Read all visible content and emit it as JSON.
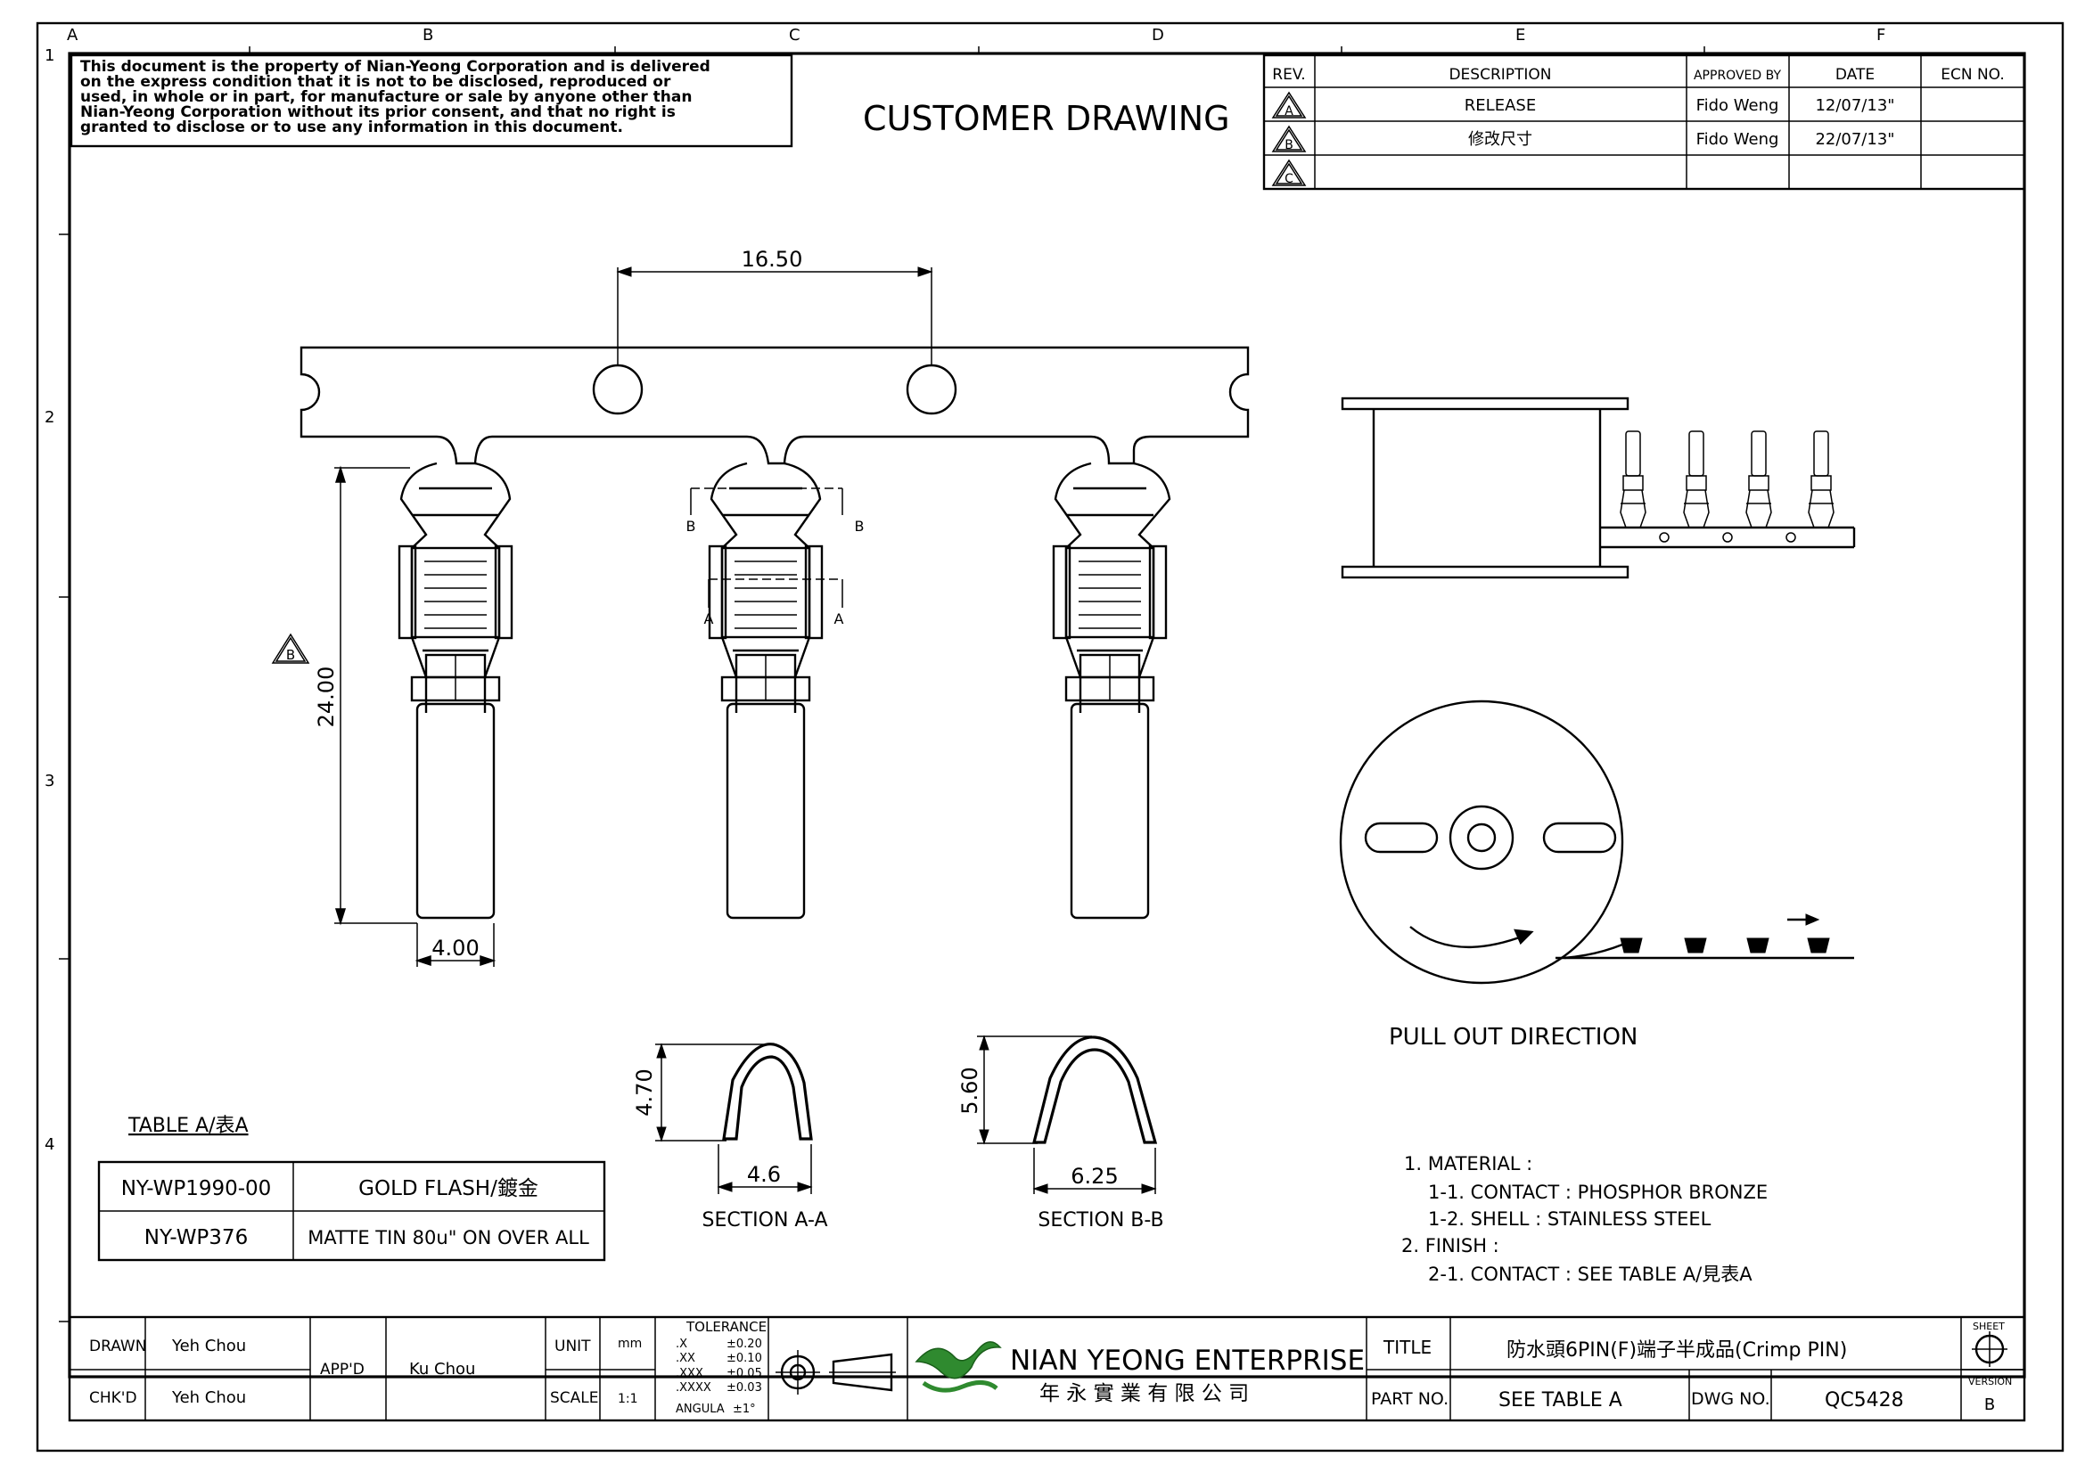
{
  "notice": [
    "This document is the property of Nian-Yeong Corporation and is delivered",
    "on  the  express condition that it is not to be disclosed, reproduced or",
    "used, in whole or in part, for manufacture or sale by anyone other than",
    "Nian-Yeong Corporation without  its prior consent, and that  no right  is",
    "granted to disclose or to use any information in this  document."
  ],
  "heading": "CUSTOMER  DRAWING",
  "grid": {
    "cols": [
      "A",
      "B",
      "C",
      "D",
      "E",
      "F"
    ],
    "rows": [
      "1",
      "2",
      "3",
      "4"
    ]
  },
  "revision_table": {
    "headers": [
      "REV.",
      "DESCRIPTION",
      "APPROVED BY",
      "DATE",
      "ECN NO."
    ],
    "rows": [
      {
        "rev": "A",
        "description": "RELEASE",
        "approved_by": "Fido Weng",
        "date": "12/07/13\"",
        "ecn": ""
      },
      {
        "rev": "B",
        "description": "修改尺寸",
        "approved_by": "Fido Weng",
        "date": "22/07/13\"",
        "ecn": ""
      },
      {
        "rev": "C",
        "description": "",
        "approved_by": "",
        "date": "",
        "ecn": ""
      }
    ]
  },
  "dimensions": {
    "pitch": "16.50",
    "length": "24.00",
    "width": "4.00",
    "rev_marker": "B",
    "section_a_height": "4.70",
    "section_a_width": "4.6",
    "section_b_height": "5.60",
    "section_b_width": "6.25",
    "section_a_label": "SECTION  A-A",
    "section_b_label": "SECTION  B-B",
    "cut_a": "A",
    "cut_b": "B"
  },
  "pull_out_label": "PULL  OUT  DIRECTION",
  "table_a": {
    "title": "TABLE  A/表A",
    "rows": [
      {
        "part": "NY-WP1990-00",
        "finish": "GOLD  FLASH/鍍金"
      },
      {
        "part": "NY-WP376",
        "finish": "MATTE  TIN  80u\"  ON  OVER  ALL"
      }
    ]
  },
  "notes": [
    "1.  MATERIAL  :",
    "1-1.  CONTACT  :  PHOSPHOR  BRONZE",
    "1-2.  SHELL  :  STAINLESS  STEEL",
    "2.  FINISH  :",
    "2-1.  CONTACT  :  SEE  TABLE  A/見表A"
  ],
  "title_block": {
    "drawn_label": "DRAWN",
    "drawn_by": "Yeh Chou",
    "chkd_label": "CHK'D",
    "chkd_by": "Yeh Chou",
    "appd_label": "APP'D",
    "appd_by": "Ku Chou",
    "unit_label": "UNIT",
    "unit_value": "mm",
    "scale_label": "SCALE",
    "scale_value": "1:1",
    "tolerance_title": "TOLERANCE",
    "tolerances": [
      {
        "k": ".X",
        "v": "±0.20"
      },
      {
        "k": ".XX",
        "v": "±0.10"
      },
      {
        "k": ".XXX",
        "v": "±0.05"
      },
      {
        "k": ".XXXX",
        "v": "±0.03"
      },
      {
        "k": "ANGULA",
        "v": "±1°"
      }
    ],
    "company_name": "NIAN YEONG ENTERPRISE",
    "company_chinese": "年 永 實 業 有 限 公 司",
    "title_label": "TITLE",
    "title_value": "防水頭6PIN(F)端子半成品(Crimp  PIN)",
    "partno_label": "PART NO.",
    "partno_value": "SEE  TABLE  A",
    "dwgno_label": "DWG NO.",
    "dwgno_value": "QC5428",
    "sheet_label": "SHEET",
    "version_label": "VERSION",
    "version_value": "B"
  }
}
